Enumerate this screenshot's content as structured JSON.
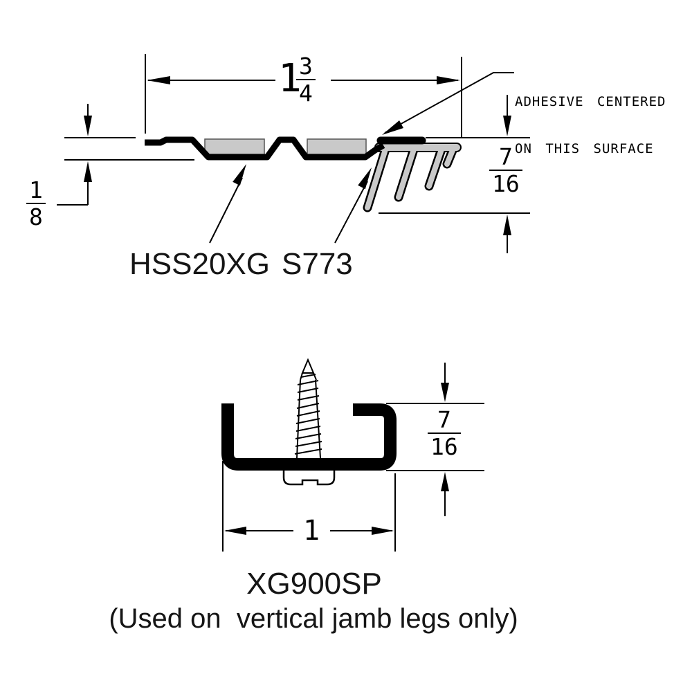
{
  "colors": {
    "ink": "#000000",
    "gray_fill": "#c9c9c9",
    "background": "#ffffff"
  },
  "figure_top": {
    "labels": {
      "retainer": "HSS20XG",
      "seal": "S773"
    },
    "note": {
      "line1": "ADHESIVE CENTERED",
      "line2": "ON THIS SURFACE"
    },
    "dims": {
      "width": {
        "whole": "1",
        "numerator": "3",
        "denominator": "4"
      },
      "thickness": {
        "numerator": "1",
        "denominator": "8"
      },
      "height": {
        "numerator": "7",
        "denominator": "16"
      }
    }
  },
  "figure_bottom": {
    "label": "XG900SP",
    "caption": "(Used on  vertical jamb legs only)",
    "dims": {
      "width": "1",
      "height": {
        "numerator": "7",
        "denominator": "16"
      }
    }
  }
}
